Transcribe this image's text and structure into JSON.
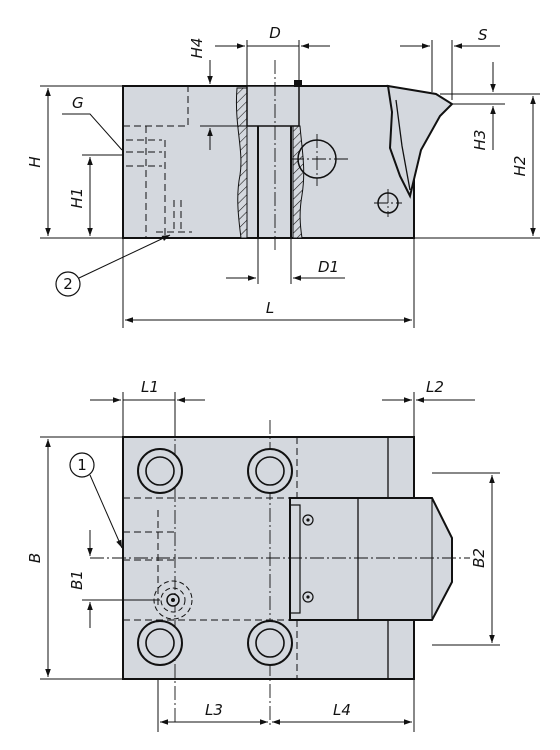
{
  "labels": {
    "top_view": {
      "H": "H",
      "H1": "H1",
      "H2": "H2",
      "H3": "H3",
      "H4": "H4",
      "G": "G",
      "D": "D",
      "D1": "D1",
      "S": "S",
      "L": "L",
      "callout2": "2"
    },
    "plan_view": {
      "B": "B",
      "B1": "B1",
      "B2": "B2",
      "L1": "L1",
      "L2": "L2",
      "L3": "L3",
      "L4": "L4",
      "callout1": "1"
    }
  },
  "colors": {
    "body_fill": "#d4d8de",
    "line": "#111111",
    "background": "#ffffff"
  }
}
